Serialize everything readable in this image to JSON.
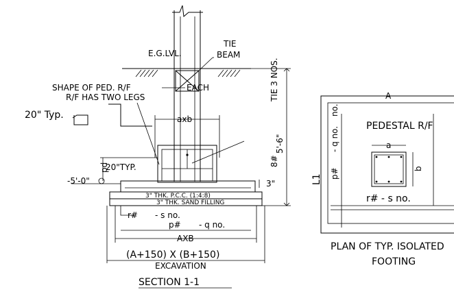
{
  "section": {
    "title": "SECTION 1-1",
    "eg_level": "E.G.LVL.",
    "tie_beam": "TIE\nBEAM",
    "shape_line1": "SHAPE OF PED. R/F",
    "shape_each": "EACH",
    "shape_line2": "R/F HAS TWO LEGS",
    "typ20_left": "20\" Typ.",
    "tie_3_nos": "TIE 3 NOS.",
    "axb": "axb",
    "bar_8": "8#",
    "depth_5_6": "5'-6\"",
    "pd": "pd",
    "typ20_inner": "20\"TYP.",
    "dim_5_0": "-5'-0\"",
    "dim_3": "3\"",
    "pcc": "3\" THK. P.C.C. (1:4:8)",
    "sand": "3\" THK. SAND FILLING",
    "rebar_r": "r#",
    "rebar_s": "- s no.",
    "rebar_p": "p#",
    "rebar_q": "- q no.",
    "dim_AXB": "AXB",
    "excavation_dim": "(A+150) X (B+150)",
    "excavation": "EXCAVATION"
  },
  "plan": {
    "dim_A": "A",
    "rebar_q_no": "- q no.",
    "pedestal": "PEDESTAL R/F",
    "p": "p#",
    "a": "a",
    "b": "b",
    "r_s": "r# - s no.",
    "L1": "L1",
    "caption_line1": "PLAN OF TYP. ISOLATED",
    "caption_line2": "FOOTING"
  }
}
